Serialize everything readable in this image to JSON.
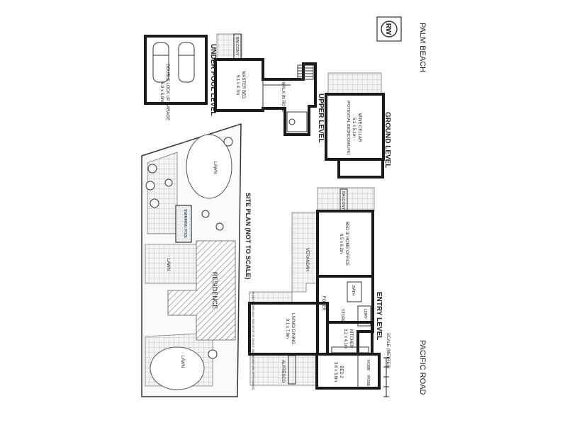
{
  "brand": {
    "monogram": "RW"
  },
  "location": {
    "suburb": "PALM BEACH",
    "street": "PACIFIC ROAD"
  },
  "levels": {
    "under_pool": "UNDER POOL LEVEL",
    "upper": "UPPER LEVEL",
    "ground": "GROUND LEVEL",
    "entry": "ENTRY LEVEL",
    "site_plan": "SITE PLAN (NOT TO SCALE)"
  },
  "scale_label": "SCALE (METRES)",
  "disclaimer": "PLANS SHOWN ONLY INDICATIVE OF LAYOUT. DIMENSIONS ARE APPROXIMATE.",
  "rooms": {
    "garage": {
      "name": "DOUBLE LOCK UP GARAGE",
      "dims": "5.9 x 5.9m"
    },
    "master_bed": {
      "name": "MASTER BED",
      "dims": "5.1 x 4.7m"
    },
    "walk_in_robe": {
      "name": "WALK IN ROBE"
    },
    "balcony_upper": {
      "name": "BALCONY"
    },
    "wine_cellar": {
      "name": "WINE CELLAR",
      "dims": "5.1 x 5.1m",
      "note": "(POTENTIAL BEDROOM/LIFE)"
    },
    "bed3": {
      "name": "BED 3/ HOME OFFICE",
      "dims": "6.5 x 6.2m"
    },
    "balcony_entry": {
      "name": "BALCONY"
    },
    "verandah": {
      "name": "VERANDAH"
    },
    "foyer": {
      "name": "FOYER"
    },
    "bath": {
      "name": "BATH"
    },
    "living": {
      "name": "LIVING/ DINING",
      "dims": "9.1 x 7.9m"
    },
    "store": {
      "name": "STORE"
    },
    "laundry": {
      "name": "LDRY"
    },
    "kitchen": {
      "name": "KITCHEN",
      "dims": "3.2 x 4.1m"
    },
    "alfresco": {
      "name": "ALFRESCO"
    },
    "bed2": {
      "name": "BED 2",
      "dims": "3.6 x 3.8m"
    },
    "robe": {
      "name": "ROBE"
    },
    "residence": {
      "name": "RESIDENCE"
    },
    "pool": {
      "name": "SWIMMING POOL"
    },
    "lawn": {
      "name": "LAWN"
    }
  }
}
